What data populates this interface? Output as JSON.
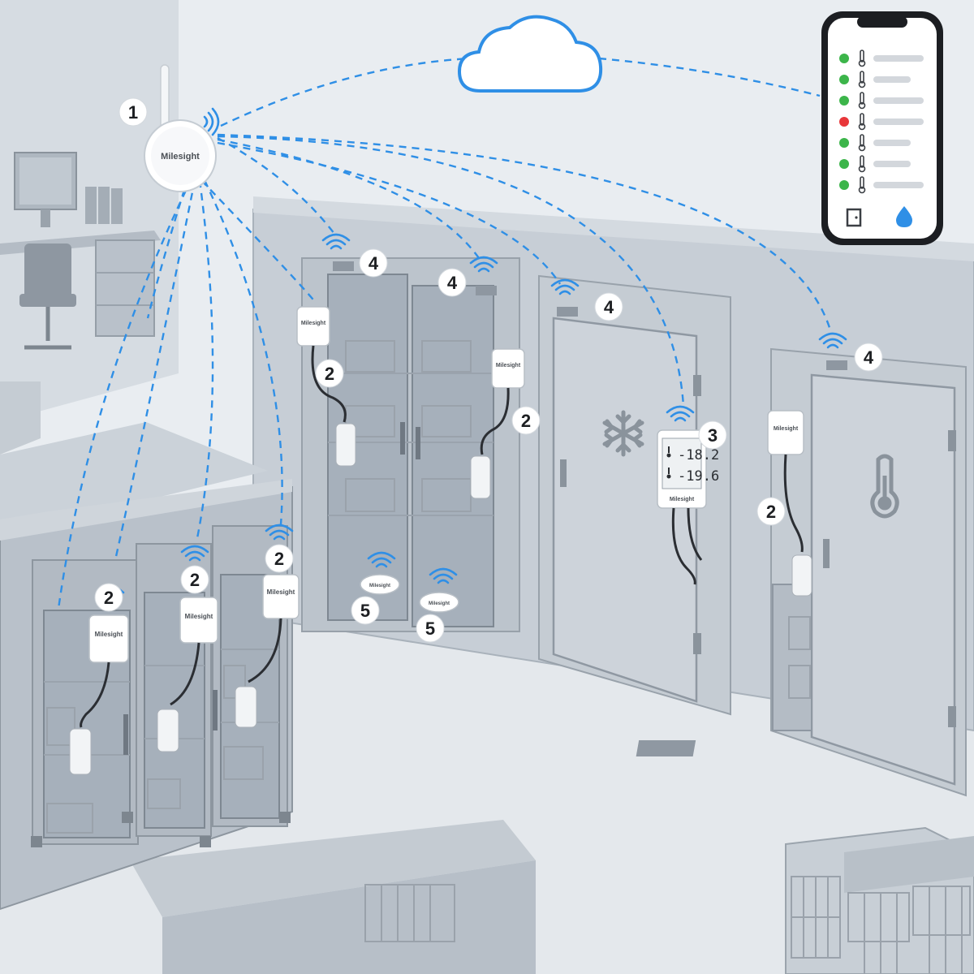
{
  "brand": "Milesight",
  "callouts": {
    "gateway": "1",
    "leak_sensor": "2",
    "temperature_sensor": "3",
    "door_sensor": "4",
    "floor_sensor": "5"
  },
  "display": {
    "reading_1": "-18.2",
    "reading_2": "-19.6"
  },
  "phone_app": {
    "rows": [
      {
        "status": "ok"
      },
      {
        "status": "ok"
      },
      {
        "status": "ok"
      },
      {
        "status": "alarm"
      },
      {
        "status": "ok"
      },
      {
        "status": "ok"
      },
      {
        "status": "ok"
      }
    ],
    "footer_icons": [
      "door-icon",
      "water-drop-icon"
    ]
  },
  "colors": {
    "link": "#2f8fe6",
    "status_ok": "#3cb54a",
    "status_alarm": "#e8373a"
  },
  "icons": {
    "cloud": "cloud-icon",
    "freezer": "snowflake-icon",
    "cooler": "thermometer-icon",
    "signal": "wireless-signal-icon"
  }
}
